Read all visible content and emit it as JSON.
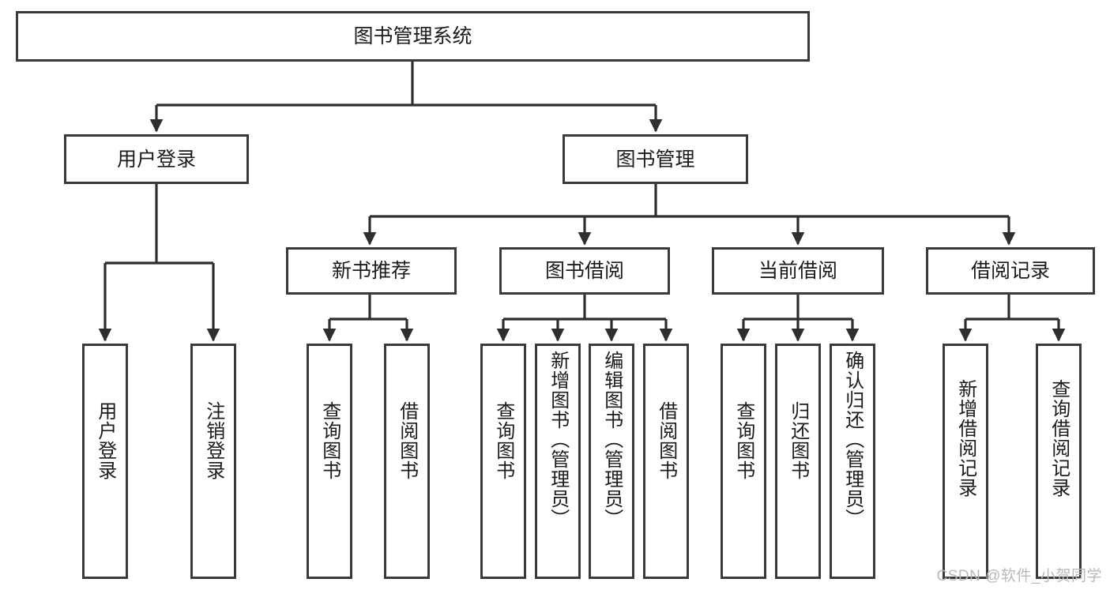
{
  "diagram": {
    "title": "图书管理系统",
    "type": "tree-hierarchy",
    "root": {
      "label": "图书管理系统"
    },
    "level2": [
      {
        "label": "用户登录"
      },
      {
        "label": "图书管理"
      }
    ],
    "level3": [
      {
        "label": "新书推荐"
      },
      {
        "label": "图书借阅"
      },
      {
        "label": "当前借阅"
      },
      {
        "label": "借阅记录"
      }
    ],
    "leaves": [
      {
        "label": "用户登录",
        "parent": "用户登录"
      },
      {
        "label": "注销登录",
        "parent": "用户登录"
      },
      {
        "label": "查询图书",
        "parent": "新书推荐"
      },
      {
        "label": "借阅图书",
        "parent": "新书推荐"
      },
      {
        "label": "查询图书",
        "parent": "图书借阅"
      },
      {
        "label": "新增图书（管理员）",
        "parent": "图书借阅"
      },
      {
        "label": "编辑图书（管理员）",
        "parent": "图书借阅"
      },
      {
        "label": "借阅图书",
        "parent": "图书借阅"
      },
      {
        "label": "查询图书",
        "parent": "当前借阅"
      },
      {
        "label": "归还图书",
        "parent": "当前借阅"
      },
      {
        "label": "确认归还（管理员）",
        "parent": "当前借阅"
      },
      {
        "label": "新增借阅记录",
        "parent": "借阅记录"
      },
      {
        "label": "查询借阅记录",
        "parent": "借阅记录"
      }
    ]
  },
  "watermark": {
    "text": "CSDN @软件_小贺同学"
  },
  "colors": {
    "stroke": "#3a3a3a",
    "background": "#ffffff",
    "text": "#1b1b1b",
    "watermark": "#b9b9b9"
  }
}
